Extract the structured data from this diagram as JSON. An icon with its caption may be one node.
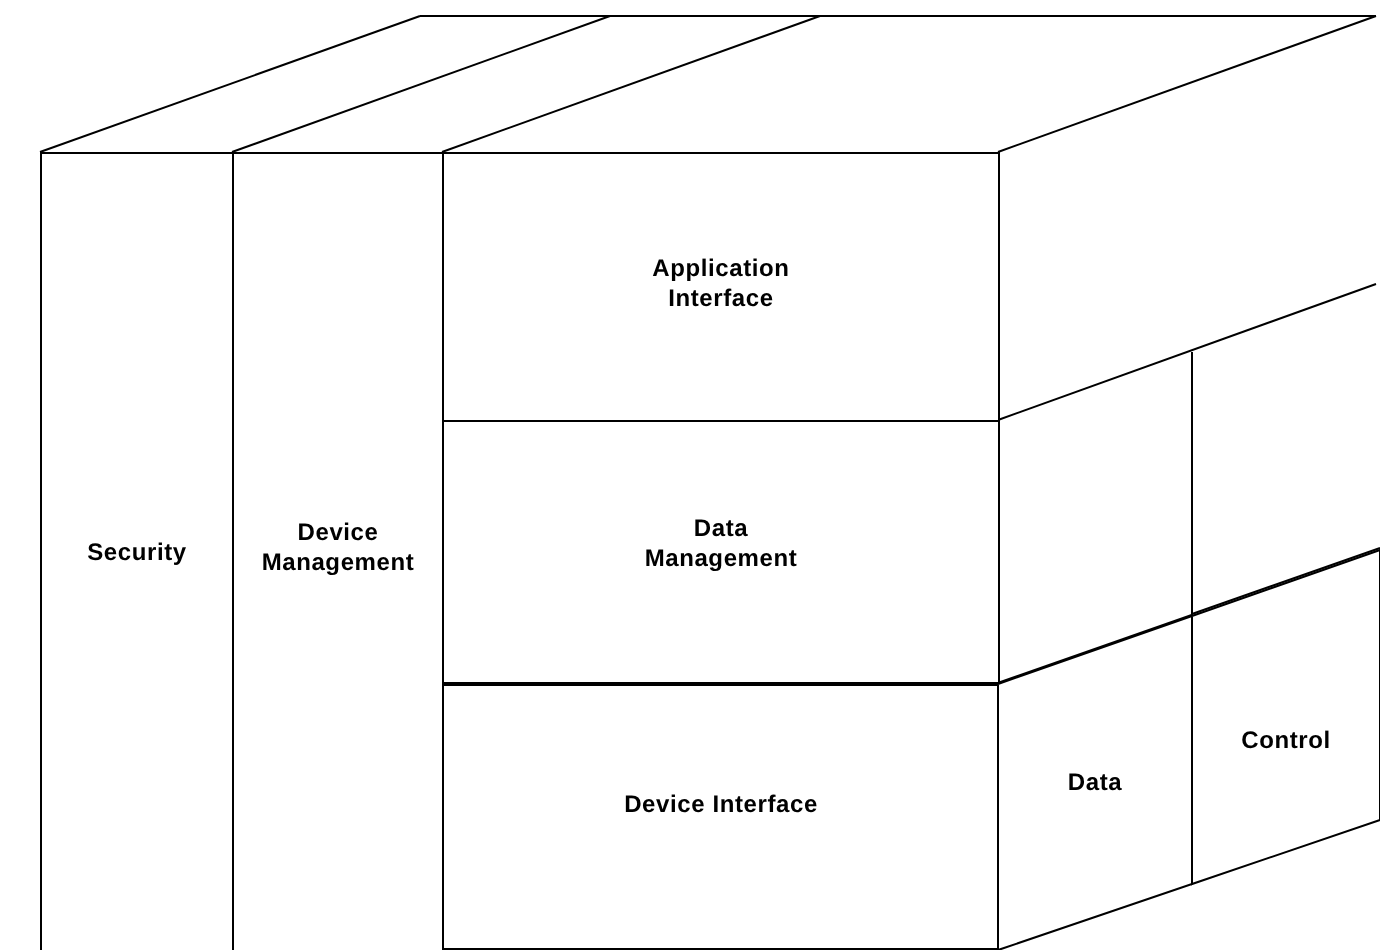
{
  "diagram": {
    "nodes": [
      {
        "text": [
          "Security"
        ]
      },
      {
        "text": [
          "Device Management"
        ]
      },
      {
        "text": [
          "Application Interface"
        ]
      },
      {
        "text": [
          "Data Management"
        ]
      },
      {
        "text": [
          "Device Interface"
        ]
      },
      {
        "text": [
          "Data"
        ]
      },
      {
        "text": [
          "Control"
        ]
      }
    ]
  }
}
